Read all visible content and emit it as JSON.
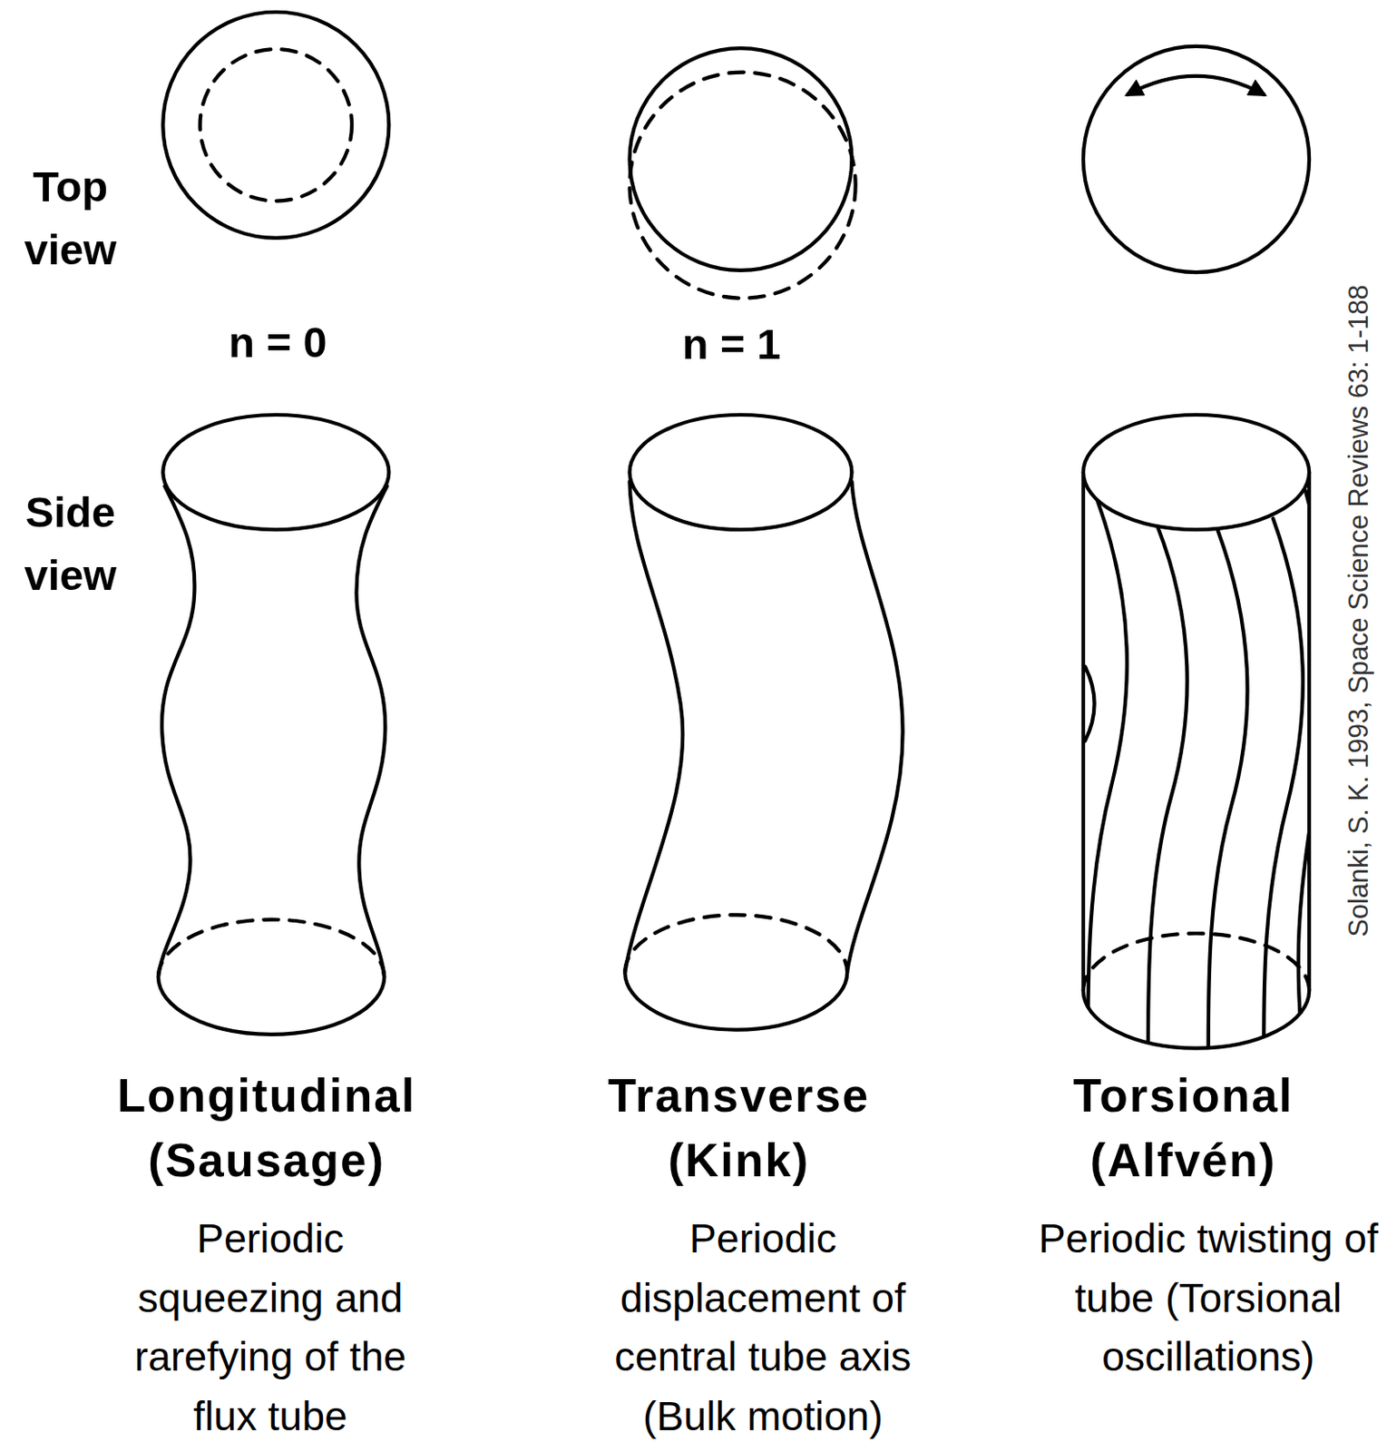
{
  "diagram": {
    "labels": [
      "Top view",
      "Side view",
      "n = 0",
      "n = 1",
      "Longitudinal (Sausage)",
      "Transverse (Kink)",
      "Torsional (Alfvén)",
      "Periodic squeezing and rarefying of the flux tube",
      "Periodic displacement of central tube axis (Bulk motion)",
      "Periodic twisting of tube (Torsional oscillations)",
      "Solanki, S. K. 1993, Space Science Reviews 63: 1-188"
    ]
  }
}
